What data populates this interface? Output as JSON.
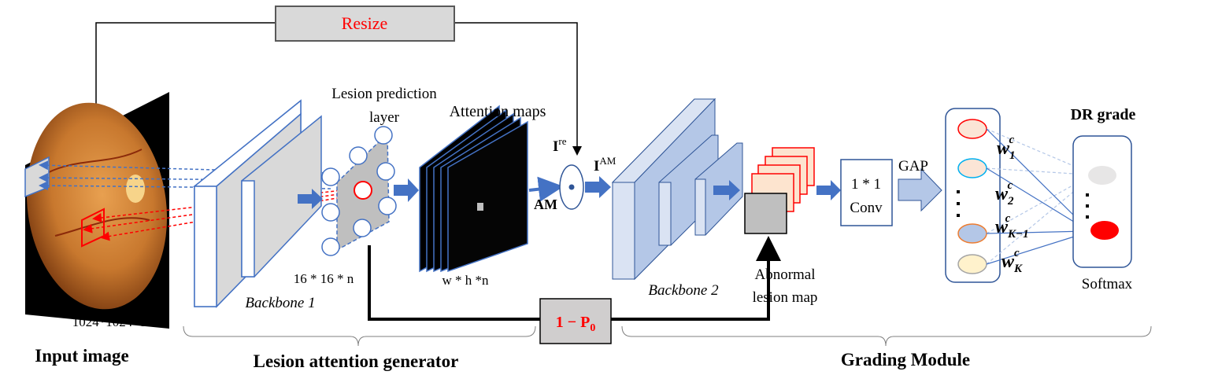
{
  "labels": {
    "resize": "Resize",
    "lesion_prediction_layer_line1": "Lesion prediction",
    "lesion_prediction_layer_line2": "layer",
    "attention_maps": "Attention maps",
    "i_re_base": "I",
    "i_re_sup": "re",
    "i_am_base": "I",
    "i_am_sup": "AM",
    "am": "AM",
    "gap": "GAP",
    "conv_line1": "1 * 1",
    "conv_line2": "Conv",
    "dr_grade": "DR grade",
    "softmax": "Softmax",
    "input_dim": "1024*1024*c",
    "backbone1_dim": "16 * 16 * n",
    "attention_dim": "w * h *n",
    "backbone1": "Backbone 1",
    "backbone2": "Backbone 2",
    "abnormal_line1": "Abnormal",
    "abnormal_line2": "lesion map",
    "p0_prefix": "1 − P",
    "p0_sub": "0",
    "input_image": "Input image",
    "lesion_attention_generator": "Lesion attention generator",
    "grading_module": "Grading Module",
    "weights": [
      {
        "sub": "1",
        "sup": "c"
      },
      {
        "sub": "2",
        "sup": "c"
      },
      {
        "sub": "K−1",
        "sup": "c"
      },
      {
        "sub": "K",
        "sup": "c"
      }
    ],
    "weight_base": "w"
  },
  "colors": {
    "arrow_blue": "#4472c4",
    "red": "#ff0000",
    "gray_box": "#d0cece",
    "light_blue": "#dae3f3",
    "backbone2_side": "#b4c7e7",
    "neuron_outline_blue": "#2f5597"
  }
}
